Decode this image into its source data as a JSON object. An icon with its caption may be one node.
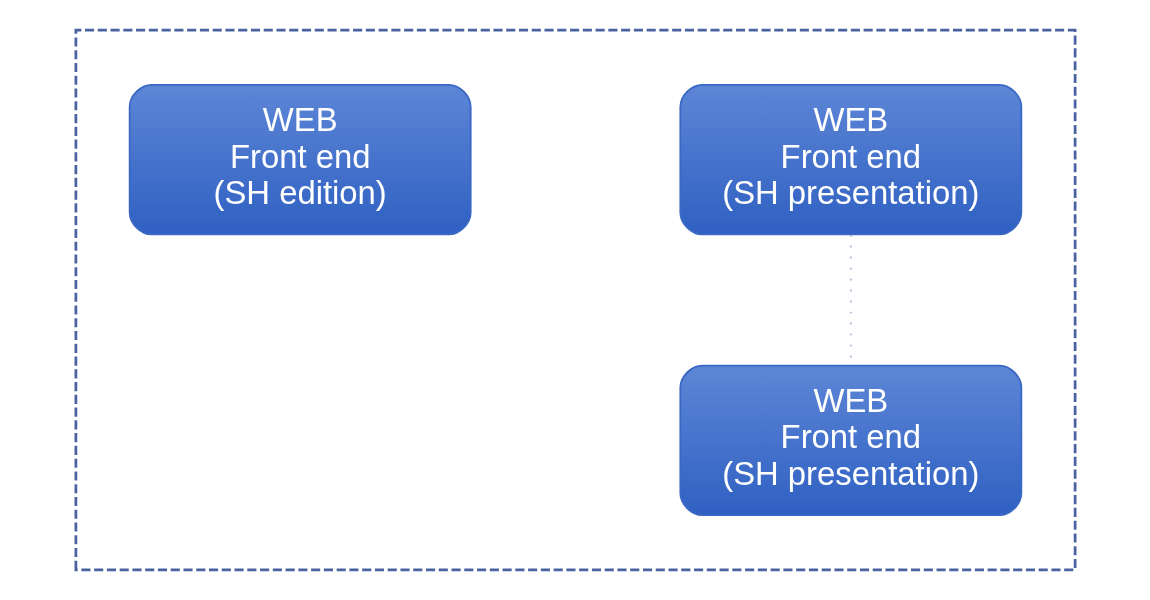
{
  "diagram": {
    "nodes": [
      {
        "text": [],
        "shape": "box"
      },
      {
        "text": [
          "WEB",
          "Front end",
          "(SH presentation)"
        ],
        "in": 0
      },
      {
        "text": [
          "WEB",
          "Front end",
          "(SH edition)"
        ],
        "in": 0
      },
      {
        "text": [
          "WEB",
          "Front end",
          "(SH presentation)"
        ],
        "in": 0
      }
    ],
    "edges": [
      {
        "from": 1,
        "to": 3,
        "arrow": "none",
        "style": "dashed",
        "color": "#a9b8d8"
      }
    ]
  }
}
